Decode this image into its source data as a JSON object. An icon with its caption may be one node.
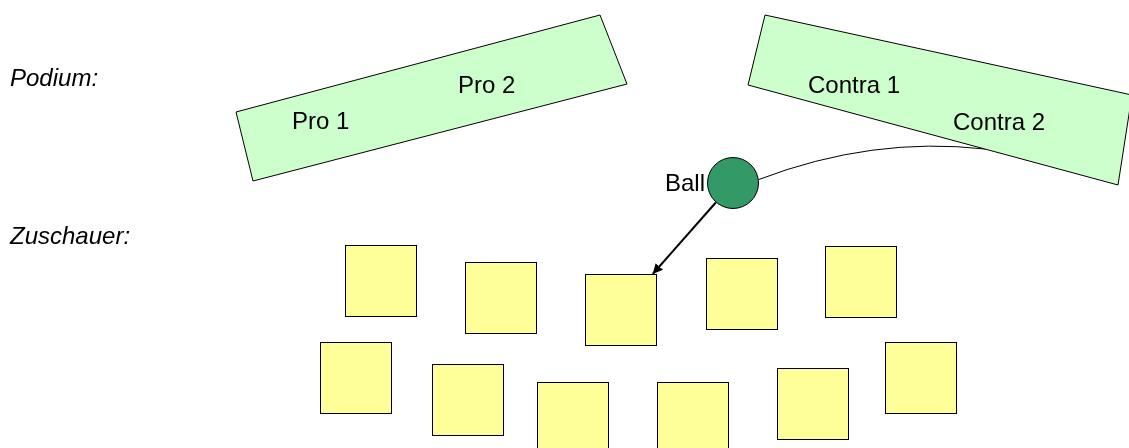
{
  "diagram": {
    "nodes": [
      {
        "text": [
          "Pro 1",
          "Pro 2"
        ]
      },
      {
        "text": [
          "Contra 1",
          "Contra 2"
        ]
      },
      {
        "text": [],
        "shape": "circle",
        "beside": [
          "Ball"
        ]
      },
      {
        "text": [],
        "shape": "box"
      },
      {
        "text": [],
        "shape": "box"
      },
      {
        "text": [],
        "shape": "box"
      },
      {
        "text": [],
        "shape": "box"
      },
      {
        "text": [],
        "shape": "box"
      },
      {
        "text": [],
        "shape": "box"
      },
      {
        "text": [],
        "shape": "box"
      },
      {
        "text": [],
        "shape": "box"
      },
      {
        "text": [],
        "shape": "box"
      },
      {
        "text": [],
        "shape": "box"
      },
      {
        "text": [],
        "shape": "box"
      }
    ],
    "edges": [
      {
        "from": 1,
        "to": 2,
        "arrow": "none"
      },
      {
        "from": 2,
        "to": 5,
        "arrow": "to"
      }
    ],
    "labels": [
      "Podium:",
      "Zuschauer:"
    ]
  }
}
